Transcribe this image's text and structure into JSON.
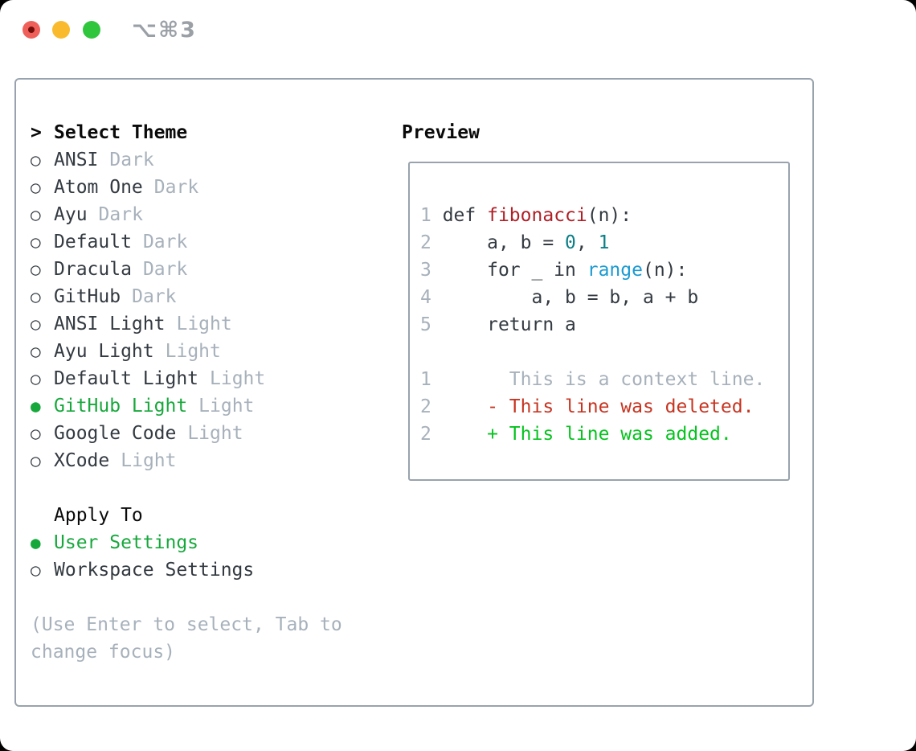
{
  "colors": {
    "border": "#99a3ad",
    "traffic-red": "#f0605a",
    "traffic-red-dot": "#720e0a",
    "traffic-yellow": "#f9bb2d",
    "traffic-green": "#2fc63e",
    "title-gray": "#9aa0a6",
    "header-black": "#0a0a0a",
    "item-text": "#333a41",
    "muted": "#a7b1bb",
    "accent": "#17a83c",
    "code-text": "#333a41",
    "code-red": "#b01f26",
    "code-teal": "#0b7e86",
    "code-blue": "#1b9ad2",
    "diff-red": "#c63522",
    "diff-green": "#06c31f"
  },
  "window": {
    "title_shortcut": "⌥⌘3"
  },
  "glyphs": {
    "cursor": ">",
    "radio_selected": "●",
    "radio_unselected": "○"
  },
  "theme_selector": {
    "header": {
      "prefix": ">",
      "label": "Select Theme"
    },
    "items": [
      {
        "name": "ANSI",
        "variant": "Dark",
        "selected": false
      },
      {
        "name": "Atom One",
        "variant": "Dark",
        "selected": false
      },
      {
        "name": "Ayu",
        "variant": "Dark",
        "selected": false
      },
      {
        "name": "Default",
        "variant": "Dark",
        "selected": false
      },
      {
        "name": "Dracula",
        "variant": "Dark",
        "selected": false
      },
      {
        "name": "GitHub",
        "variant": "Dark",
        "selected": false
      },
      {
        "name": "ANSI Light",
        "variant": "Light",
        "selected": false
      },
      {
        "name": "Ayu Light",
        "variant": "Light",
        "selected": false
      },
      {
        "name": "Default Light",
        "variant": "Light",
        "selected": false
      },
      {
        "name": "GitHub Light",
        "variant": "Light",
        "selected": true
      },
      {
        "name": "Google Code",
        "variant": "Light",
        "selected": false
      },
      {
        "name": "XCode",
        "variant": "Light",
        "selected": false
      }
    ],
    "apply_to": {
      "label": "Apply To",
      "options": [
        {
          "label": "User Settings",
          "selected": true
        },
        {
          "label": "Workspace Settings",
          "selected": false
        }
      ]
    },
    "hint": {
      "line1": "(Use Enter to select, Tab to",
      "line2": "change focus)"
    }
  },
  "preview": {
    "label": "Preview",
    "lines": [
      {
        "num": "1",
        "tokens": [
          {
            "text": " def ",
            "color": "text"
          },
          {
            "text": "fibonacci",
            "color": "red"
          },
          {
            "text": "(n):",
            "color": "text"
          }
        ]
      },
      {
        "num": "2",
        "tokens": [
          {
            "text": "     a, b = ",
            "color": "text"
          },
          {
            "text": "0",
            "color": "teal"
          },
          {
            "text": ", ",
            "color": "text"
          },
          {
            "text": "1",
            "color": "teal"
          }
        ]
      },
      {
        "num": "3",
        "tokens": [
          {
            "text": "     for _ in ",
            "color": "text"
          },
          {
            "text": "range",
            "color": "blue"
          },
          {
            "text": "(n):",
            "color": "text"
          }
        ]
      },
      {
        "num": "4",
        "tokens": [
          {
            "text": "         a, b = b, a + b",
            "color": "text"
          }
        ]
      },
      {
        "num": "5",
        "tokens": [
          {
            "text": "     return a",
            "color": "text"
          }
        ]
      },
      {
        "num": "",
        "tokens": []
      },
      {
        "num": "1",
        "tokens": [
          {
            "text": "       This is a context line.",
            "color": "muted"
          }
        ]
      },
      {
        "num": "2",
        "tokens": [
          {
            "text": "     - This line was deleted.",
            "color": "dred"
          }
        ]
      },
      {
        "num": "2",
        "tokens": [
          {
            "text": "     + This line was added.",
            "color": "dgreen"
          }
        ]
      }
    ]
  }
}
